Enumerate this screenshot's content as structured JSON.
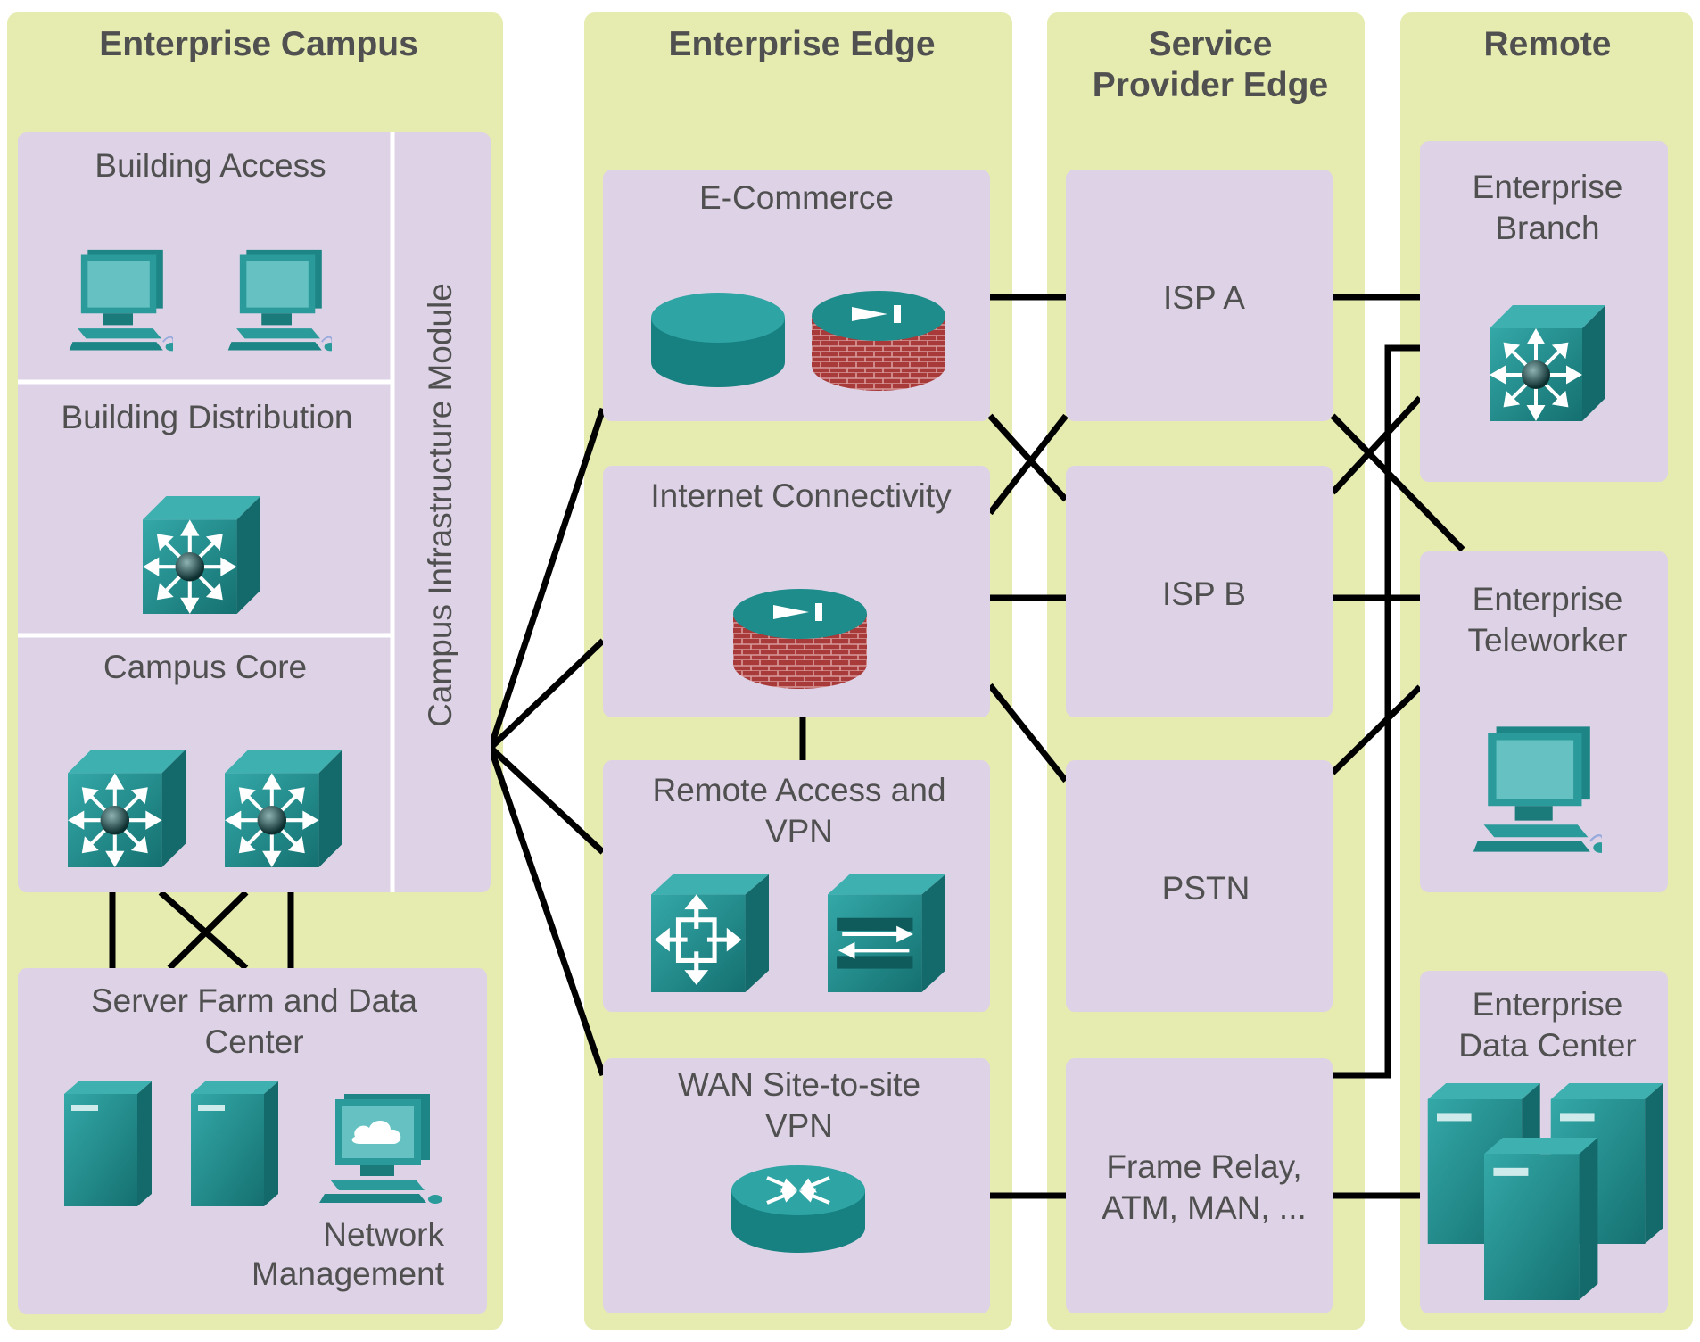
{
  "columns": {
    "campus": "Enterprise Campus",
    "edge": "Enterprise Edge",
    "sp_edge": [
      "Service",
      "Provider Edge"
    ],
    "remote": "Remote"
  },
  "campus": {
    "building_access": "Building Access",
    "building_distribution": "Building Distribution",
    "campus_core": "Campus Core",
    "infrastructure_module": "Campus Infrastructure Module",
    "server_farm": [
      "Server Farm and Data",
      "Center"
    ],
    "network_management": [
      "Network",
      "Management"
    ]
  },
  "edge": {
    "ecommerce": "E-Commerce",
    "internet_connectivity": "Internet Connectivity",
    "remote_access_vpn": [
      "Remote Access and",
      "VPN"
    ],
    "wan_site_to_site": [
      "WAN Site-to-site",
      "VPN"
    ]
  },
  "sp": {
    "isp_a": "ISP A",
    "isp_b": "ISP B",
    "pstn": "PSTN",
    "frame_relay": [
      "Frame Relay,",
      "ATM, MAN, ..."
    ]
  },
  "remote": {
    "branch": [
      "Enterprise",
      "Branch"
    ],
    "teleworker": [
      "Enterprise",
      "Teleworker"
    ],
    "data_center": [
      "Enterprise",
      "Data Center"
    ]
  },
  "colors": {
    "zone": "#e6ebb0",
    "box": "#ded3e6",
    "device_teal": "#1f8c8c",
    "firewall_brick": "#a83a3a",
    "link": "#000000"
  },
  "icons": [
    "workstation-icon",
    "layer3-switch-icon",
    "server-icon",
    "network-management-icon",
    "content-engine-icon",
    "firewall-icon",
    "vpn-concentrator-icon",
    "multilayer-switch-icon",
    "router-icon"
  ]
}
